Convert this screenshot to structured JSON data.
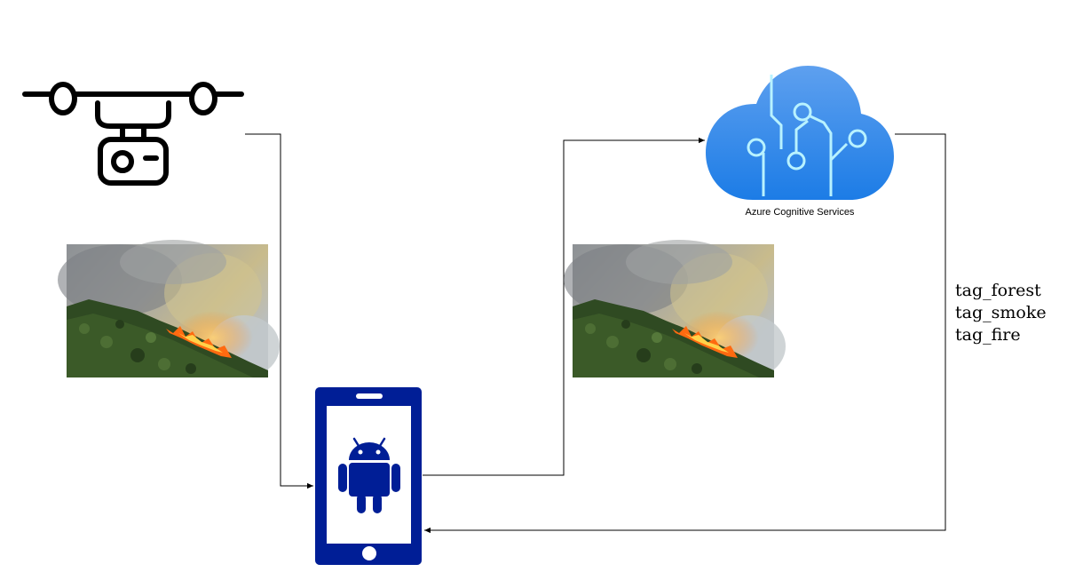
{
  "nodes": {
    "drone": {
      "icon": "drone-camera-icon"
    },
    "phone": {
      "icon": "android-phone-icon"
    },
    "cloud": {
      "icon": "azure-cognitive-services-icon",
      "label": "Azure Cognitive Services"
    },
    "photo_left": {
      "icon": "forest-fire-photo"
    },
    "photo_right": {
      "icon": "forest-fire-photo"
    }
  },
  "tags": [
    "tag_forest",
    "tag_smoke",
    "tag_fire"
  ],
  "edges": [
    {
      "from": "drone",
      "to": "phone"
    },
    {
      "from": "phone",
      "to": "cloud"
    },
    {
      "from": "cloud",
      "to": "phone"
    }
  ],
  "colors": {
    "line": "#000000",
    "phone": "#001E96",
    "cloud_light": "#5EA0EF",
    "cloud_dark": "#1C7CE6",
    "circuit": "#B8F2FF",
    "smoke": "#8A8E92",
    "fire": "#FF6A10",
    "forest": "#2F4A22"
  }
}
